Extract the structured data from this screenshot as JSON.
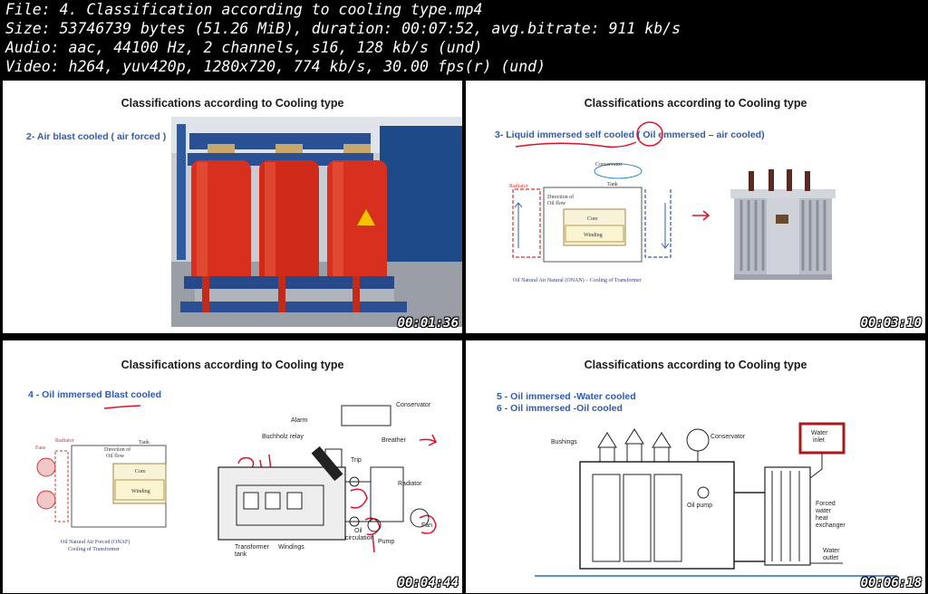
{
  "header": {
    "file": "File: 4. Classification according to cooling type.mp4",
    "size": "Size: 53746739 bytes (51.26 MiB), duration: 00:07:52, avg.bitrate: 911 kb/s",
    "audio": "Audio: aac, 44100 Hz, 2 channels, s16, 128 kb/s (und)",
    "video": "Video: h264, yuv420p, 1280x720, 774 kb/s, 30.00 fps(r) (und)"
  },
  "thumbs": [
    {
      "title": "Classifications according to Cooling type",
      "subtitle": "2- Air blast cooled ( air forced )",
      "timestamp": "00:01:36"
    },
    {
      "title": "Classifications according to Cooling type",
      "subtitle": "3- Liquid immersed self cooled ( Oil emmersed – air cooled)",
      "timestamp": "00:03:10",
      "labels": {
        "conservator": "Conservator",
        "radiator": "Radiator",
        "tank": "Tank",
        "direction": "Direction of",
        "oilflow": "Oil flow",
        "core": "Core",
        "winding": "Winding",
        "caption": "Oil Natural Air Natural (ONAN) – Cooling of Transformer"
      }
    },
    {
      "title": "Classifications according to Cooling type",
      "subtitle": "4 - Oil immersed Blast cooled",
      "timestamp": "00:04:44",
      "labels": {
        "fans": "Fans",
        "radiator": "Radiator",
        "tank": "Tank",
        "direction": "Direction of",
        "oilflow": "Oil flow",
        "core": "Core",
        "winding": "Winding",
        "caption1": "Oil Natural Air Forced (ONAF)",
        "caption2": "Cooling of Transformer",
        "conservator": "Conservator",
        "alarm": "Alarm",
        "buchholz": "Buchholz relay",
        "breather": "Breather",
        "trip": "Trip",
        "radiator2": "Radiator",
        "fan": "Fan",
        "pump": "Pump",
        "oilcirc1": "Oil",
        "oilcirc2": "circulation",
        "windings": "Windings",
        "ttank1": "Transformer",
        "ttank2": "tank"
      }
    },
    {
      "title": "Classifications according to Cooling type",
      "subtitle": "5 - Oil immersed -Water cooled",
      "subtitle2": "6 - Oil immersed -Oil cooled",
      "timestamp": "00:06:18",
      "labels": {
        "bushings": "Bushings",
        "conservator": "Conservator",
        "water1": "Water",
        "water2": "inlet",
        "oilpump": "Oil pump",
        "forced1": "Forced",
        "forced2": "water",
        "forced3": "heat",
        "forced4": "exchanger",
        "outlet1": "Water",
        "outlet2": "outlet"
      }
    }
  ]
}
